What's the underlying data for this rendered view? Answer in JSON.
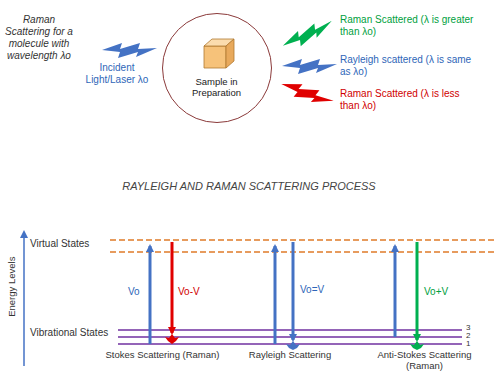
{
  "diagram": {
    "nodes": [
      {
        "text": [
          "Sample in Preparation"
        ]
      }
    ],
    "labels": [
      "Raman Scattering for a molecule with wavelength λo",
      "Incident Light/Laser λo",
      "Raman Scattered (λ is greater than λo)",
      "Rayleigh scattered (λ is same as λo)",
      "Raman Scattered (λ is less than λo)",
      "RAYLEIGH AND RAMAN SCATTERING PROCESS",
      "Energy Levels",
      "Virtual States",
      "Vibrational States",
      "Vo",
      "Vo-V",
      "Vo=V",
      "Vo+V",
      "3",
      "2",
      "1",
      "Stokes Scattering (Raman)",
      "Rayleigh Scattering",
      "Anti-Stokes Scattering (Raman)"
    ]
  }
}
